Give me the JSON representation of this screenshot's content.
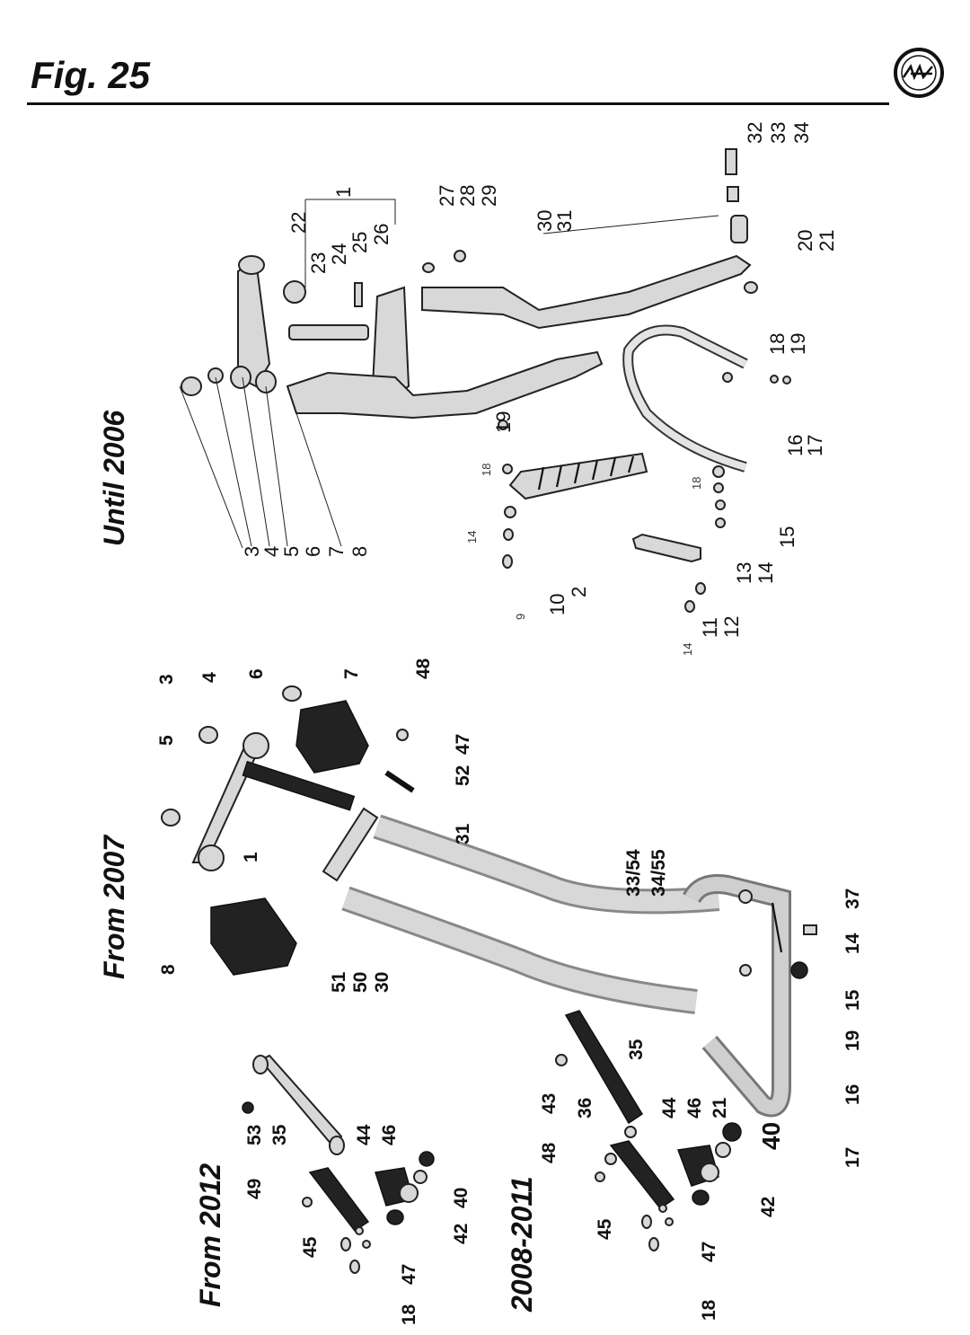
{
  "figure": {
    "title": "Fig. 25"
  },
  "sections": {
    "until_2006": "Until 2006",
    "from_2007": "From 2007",
    "from_2012": "From 2012",
    "y2008_2011": "2008-2011"
  },
  "labels": {
    "until_2006": {
      "l1": "1",
      "l22": "22",
      "l23": "23",
      "l24": "24",
      "l25": "25",
      "l26": "26",
      "l27": "27",
      "l28": "28",
      "l29": "29",
      "l30": "30",
      "l31": "31",
      "l32": "32",
      "l33": "33",
      "l34": "34",
      "l20": "20",
      "l21": "21",
      "l3": "3",
      "l4": "4",
      "l5": "5",
      "l6": "6",
      "l7": "7",
      "l8": "8",
      "l18a": "18",
      "l19a": "19",
      "l14a": "14",
      "l9": "9",
      "l10": "10",
      "l2": "2",
      "l18b": "18",
      "l19b": "19",
      "l16": "16",
      "l17": "17",
      "l18c": "18",
      "l13": "13",
      "l14b": "14",
      "l15": "15",
      "l14c": "14",
      "l11": "11",
      "l12": "12"
    },
    "from_2007": {
      "l3": "3",
      "l4": "4",
      "l6": "6",
      "l7": "7",
      "l48": "48",
      "l5": "5",
      "l47": "47",
      "l52": "52",
      "l31": "31",
      "l1": "1",
      "l33_54": "33/54",
      "l34_55": "34/55",
      "l37": "37",
      "l14": "14",
      "l8": "8",
      "l51": "51",
      "l50": "50",
      "l30": "30",
      "l15": "15",
      "l19": "19",
      "l16": "16",
      "l17": "17",
      "l35": "35"
    },
    "y2008_2011": {
      "l43": "43",
      "l48": "48",
      "l36": "36",
      "l44": "44",
      "l46": "46",
      "l21": "21",
      "l40": "40",
      "l42": "42",
      "l45": "45",
      "l47": "47",
      "l18": "18"
    },
    "from_2012": {
      "l53": "53",
      "l35": "35",
      "l44": "44",
      "l46": "46",
      "l49": "49",
      "l40": "40",
      "l42": "42",
      "l45": "45",
      "l47": "47",
      "l18": "18"
    }
  }
}
